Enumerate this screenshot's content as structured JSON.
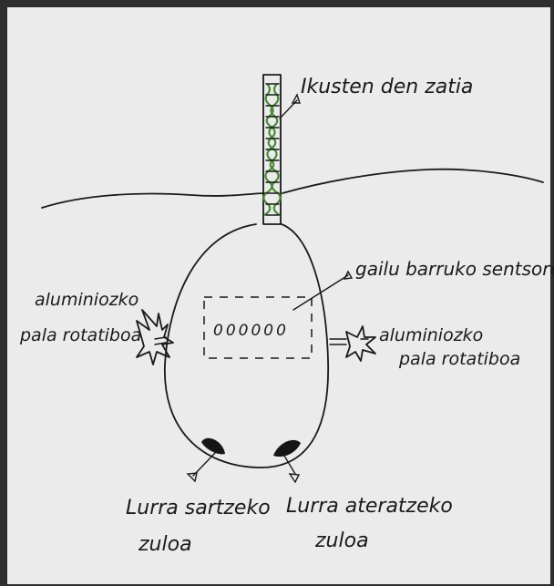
{
  "labels": {
    "visible_part": "Ikusten den zatia",
    "sensors_inside": "gailu barruko sentsoreak",
    "left_paddle_line1": "aluminiozko",
    "left_paddle_line2": "pala rotatiboa",
    "right_paddle_line1": "aluminiozko",
    "right_paddle_line2": "pala rotatiboa",
    "sensor_row": "000000",
    "inlet_line1": "Lurra sartzeko",
    "inlet_line2": "zuloa",
    "outlet_line1": "Lurra ateratzeko",
    "outlet_line2": "zuloa"
  },
  "colors": {
    "paper": "#ebebeb",
    "ink": "#1a1a1a",
    "green": "#4a8a34",
    "background": "#2e2e2e"
  }
}
